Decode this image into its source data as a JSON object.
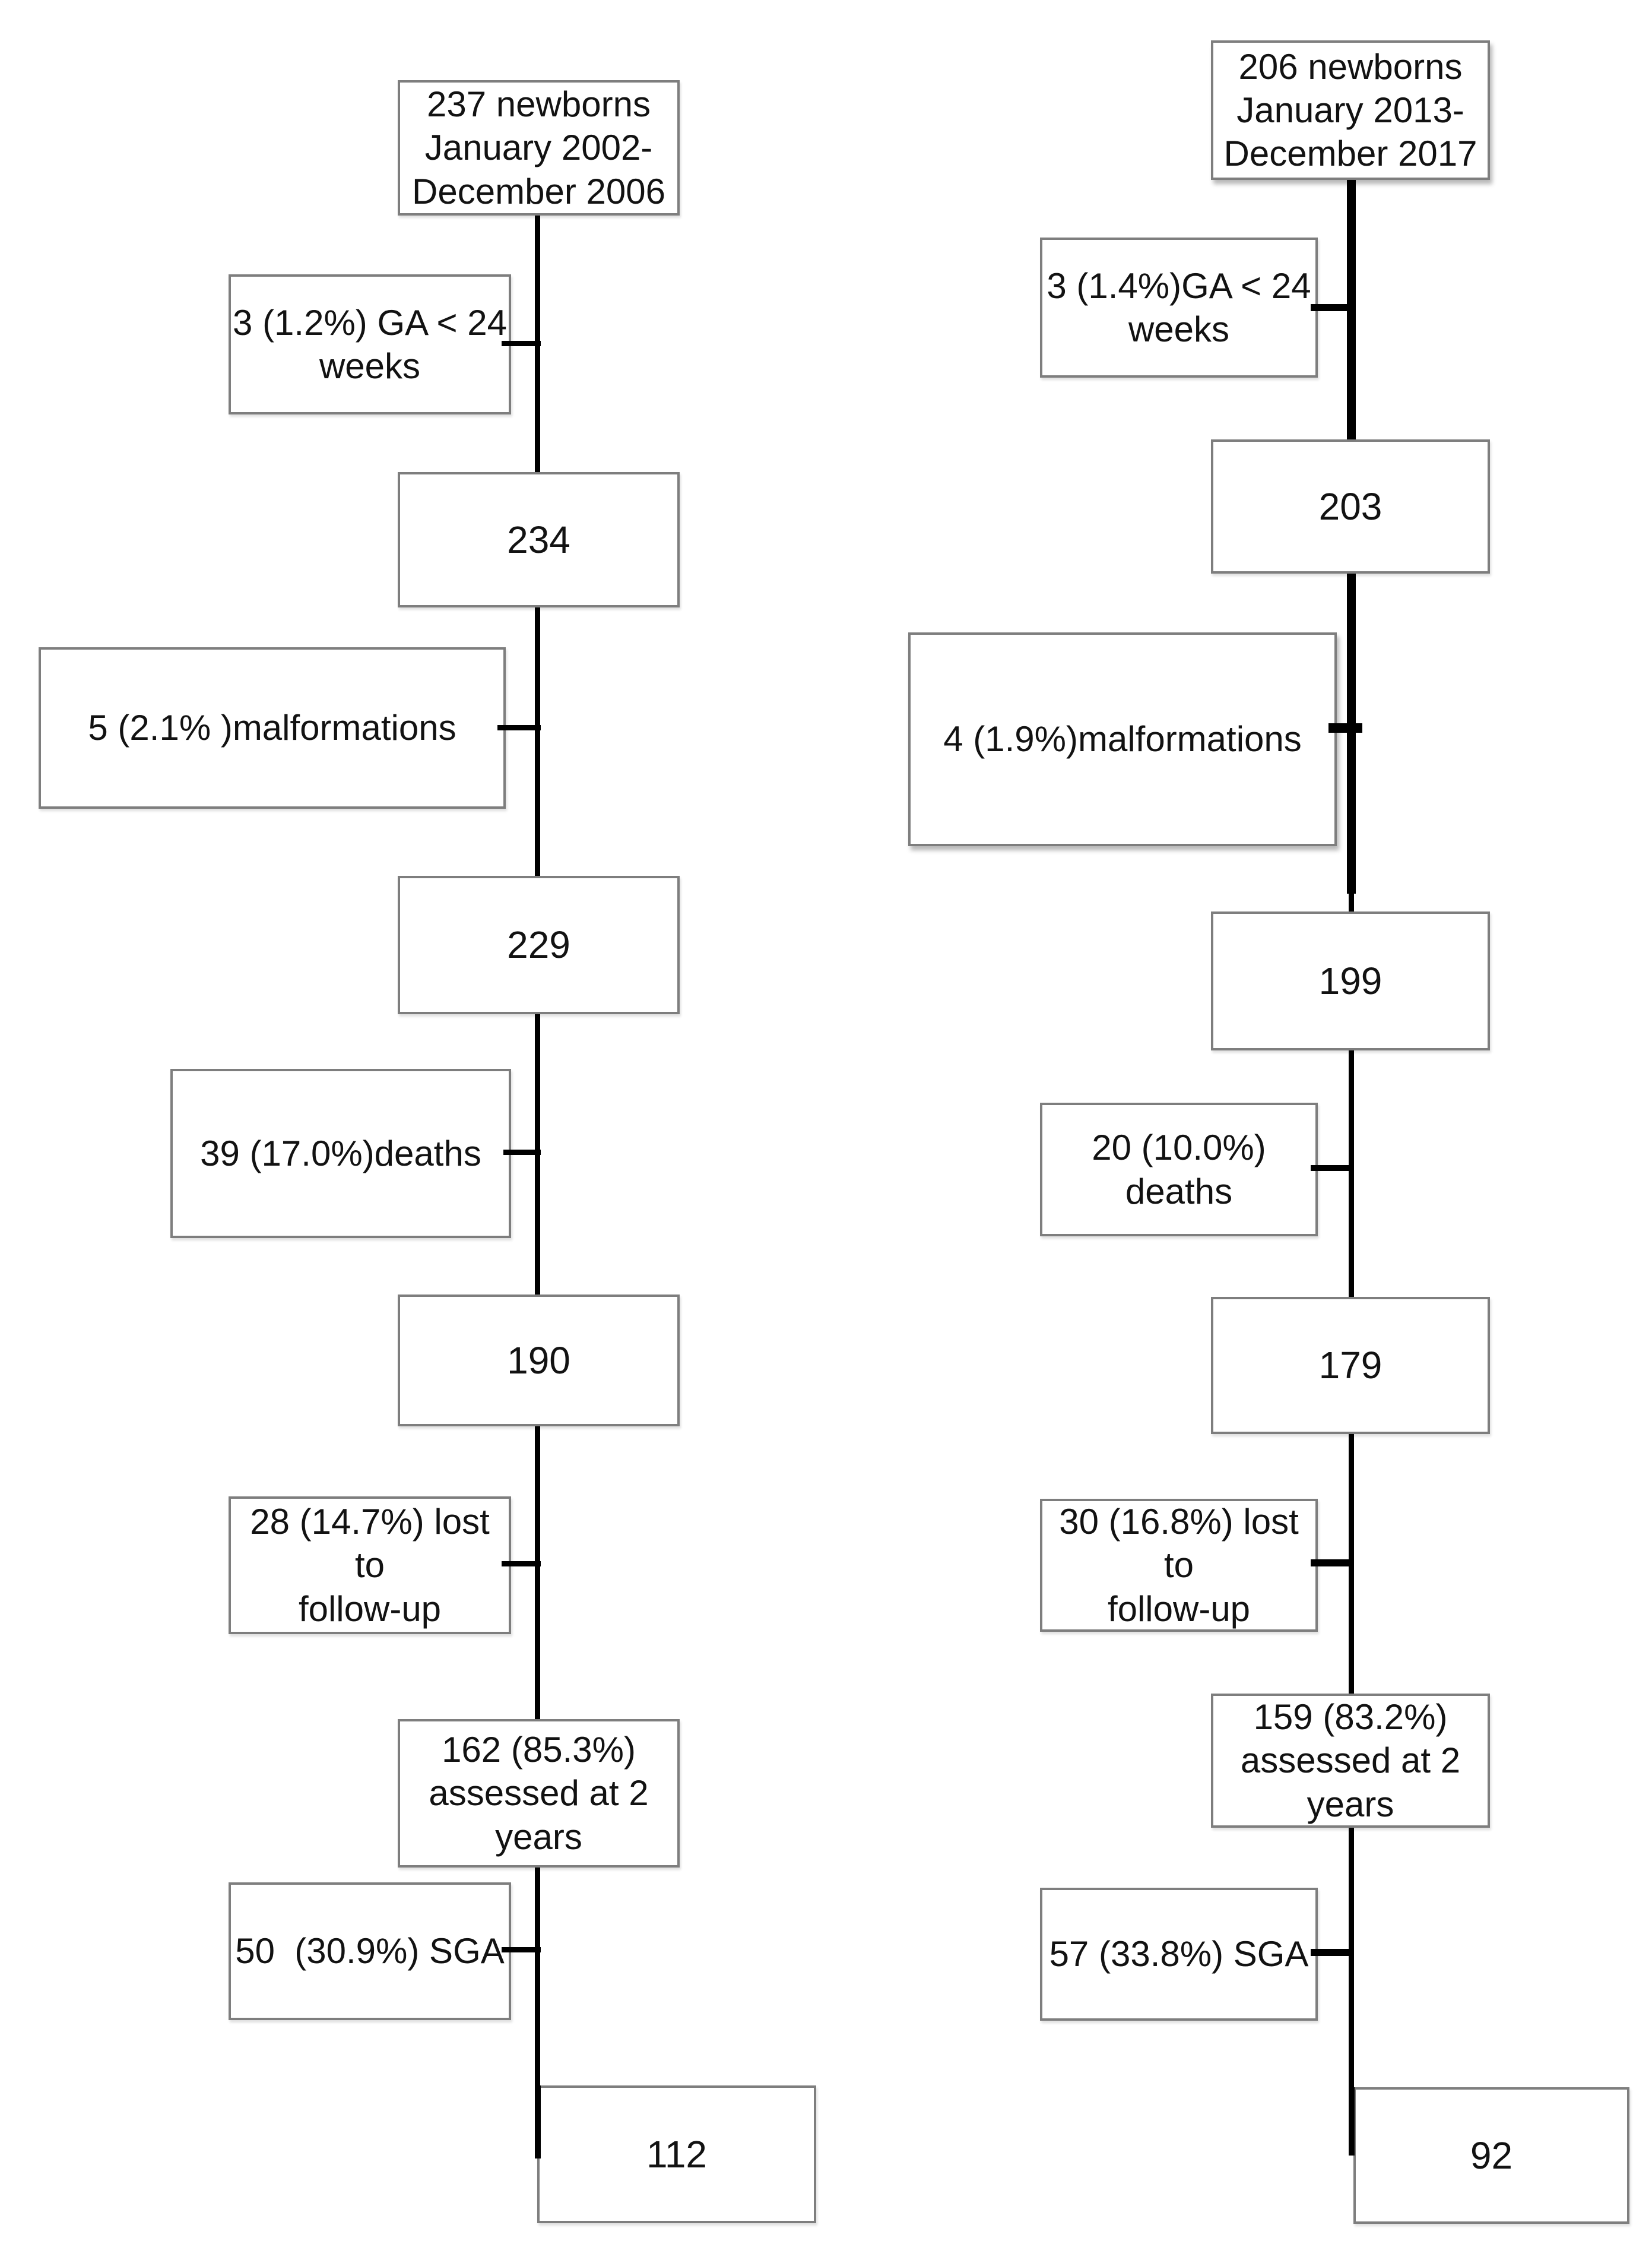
{
  "diagram": {
    "type": "patient-flow-diagram",
    "colors": {
      "background": "#ffffff",
      "box_border": "#7e7e7e",
      "connector_line": "#000000",
      "text": "#121212"
    },
    "columns": [
      {
        "name": "cohort-2002-2006",
        "boxes": [
          {
            "id": "total",
            "lines": [
              "237 newborns",
              "January 2002-",
              "December 2006"
            ]
          },
          {
            "id": "ga-exclusion",
            "lines": [
              "3 (1.2%) GA < 24",
              "weeks"
            ]
          },
          {
            "id": "after-ga",
            "lines": [
              "234"
            ]
          },
          {
            "id": "malformations",
            "lines": [
              "5 (2.1% )malformations"
            ]
          },
          {
            "id": "after-malf",
            "lines": [
              "229"
            ]
          },
          {
            "id": "deaths",
            "lines": [
              "39 (17.0%)deaths"
            ]
          },
          {
            "id": "survivors",
            "lines": [
              "190"
            ]
          },
          {
            "id": "lost-follow-up",
            "lines": [
              "28 (14.7%) lost to",
              "follow-up"
            ]
          },
          {
            "id": "assessed",
            "lines": [
              "162 (85.3%)",
              "assessed at 2",
              "years"
            ]
          },
          {
            "id": "sga",
            "lines": [
              "50  (30.9%) SGA"
            ]
          },
          {
            "id": "final",
            "lines": [
              "112"
            ]
          }
        ]
      },
      {
        "name": "cohort-2013-2017",
        "boxes": [
          {
            "id": "total",
            "lines": [
              "206 newborns",
              "January 2013-",
              "December 2017"
            ]
          },
          {
            "id": "ga-exclusion",
            "lines": [
              "3 (1.4%)GA < 24",
              "weeks"
            ]
          },
          {
            "id": "after-ga",
            "lines": [
              "203"
            ]
          },
          {
            "id": "malformations",
            "lines": [
              "4 (1.9%)malformations"
            ]
          },
          {
            "id": "after-malf",
            "lines": [
              "199"
            ]
          },
          {
            "id": "deaths",
            "lines": [
              "20 (10.0%) deaths"
            ]
          },
          {
            "id": "survivors",
            "lines": [
              "179"
            ]
          },
          {
            "id": "lost-follow-up",
            "lines": [
              "30 (16.8%) lost to",
              "follow-up"
            ]
          },
          {
            "id": "assessed",
            "lines": [
              "159 (83.2%)",
              "assessed at 2",
              "years"
            ]
          },
          {
            "id": "sga",
            "lines": [
              "57 (33.8%) SGA"
            ]
          },
          {
            "id": "final",
            "lines": [
              "92"
            ]
          }
        ]
      }
    ]
  }
}
